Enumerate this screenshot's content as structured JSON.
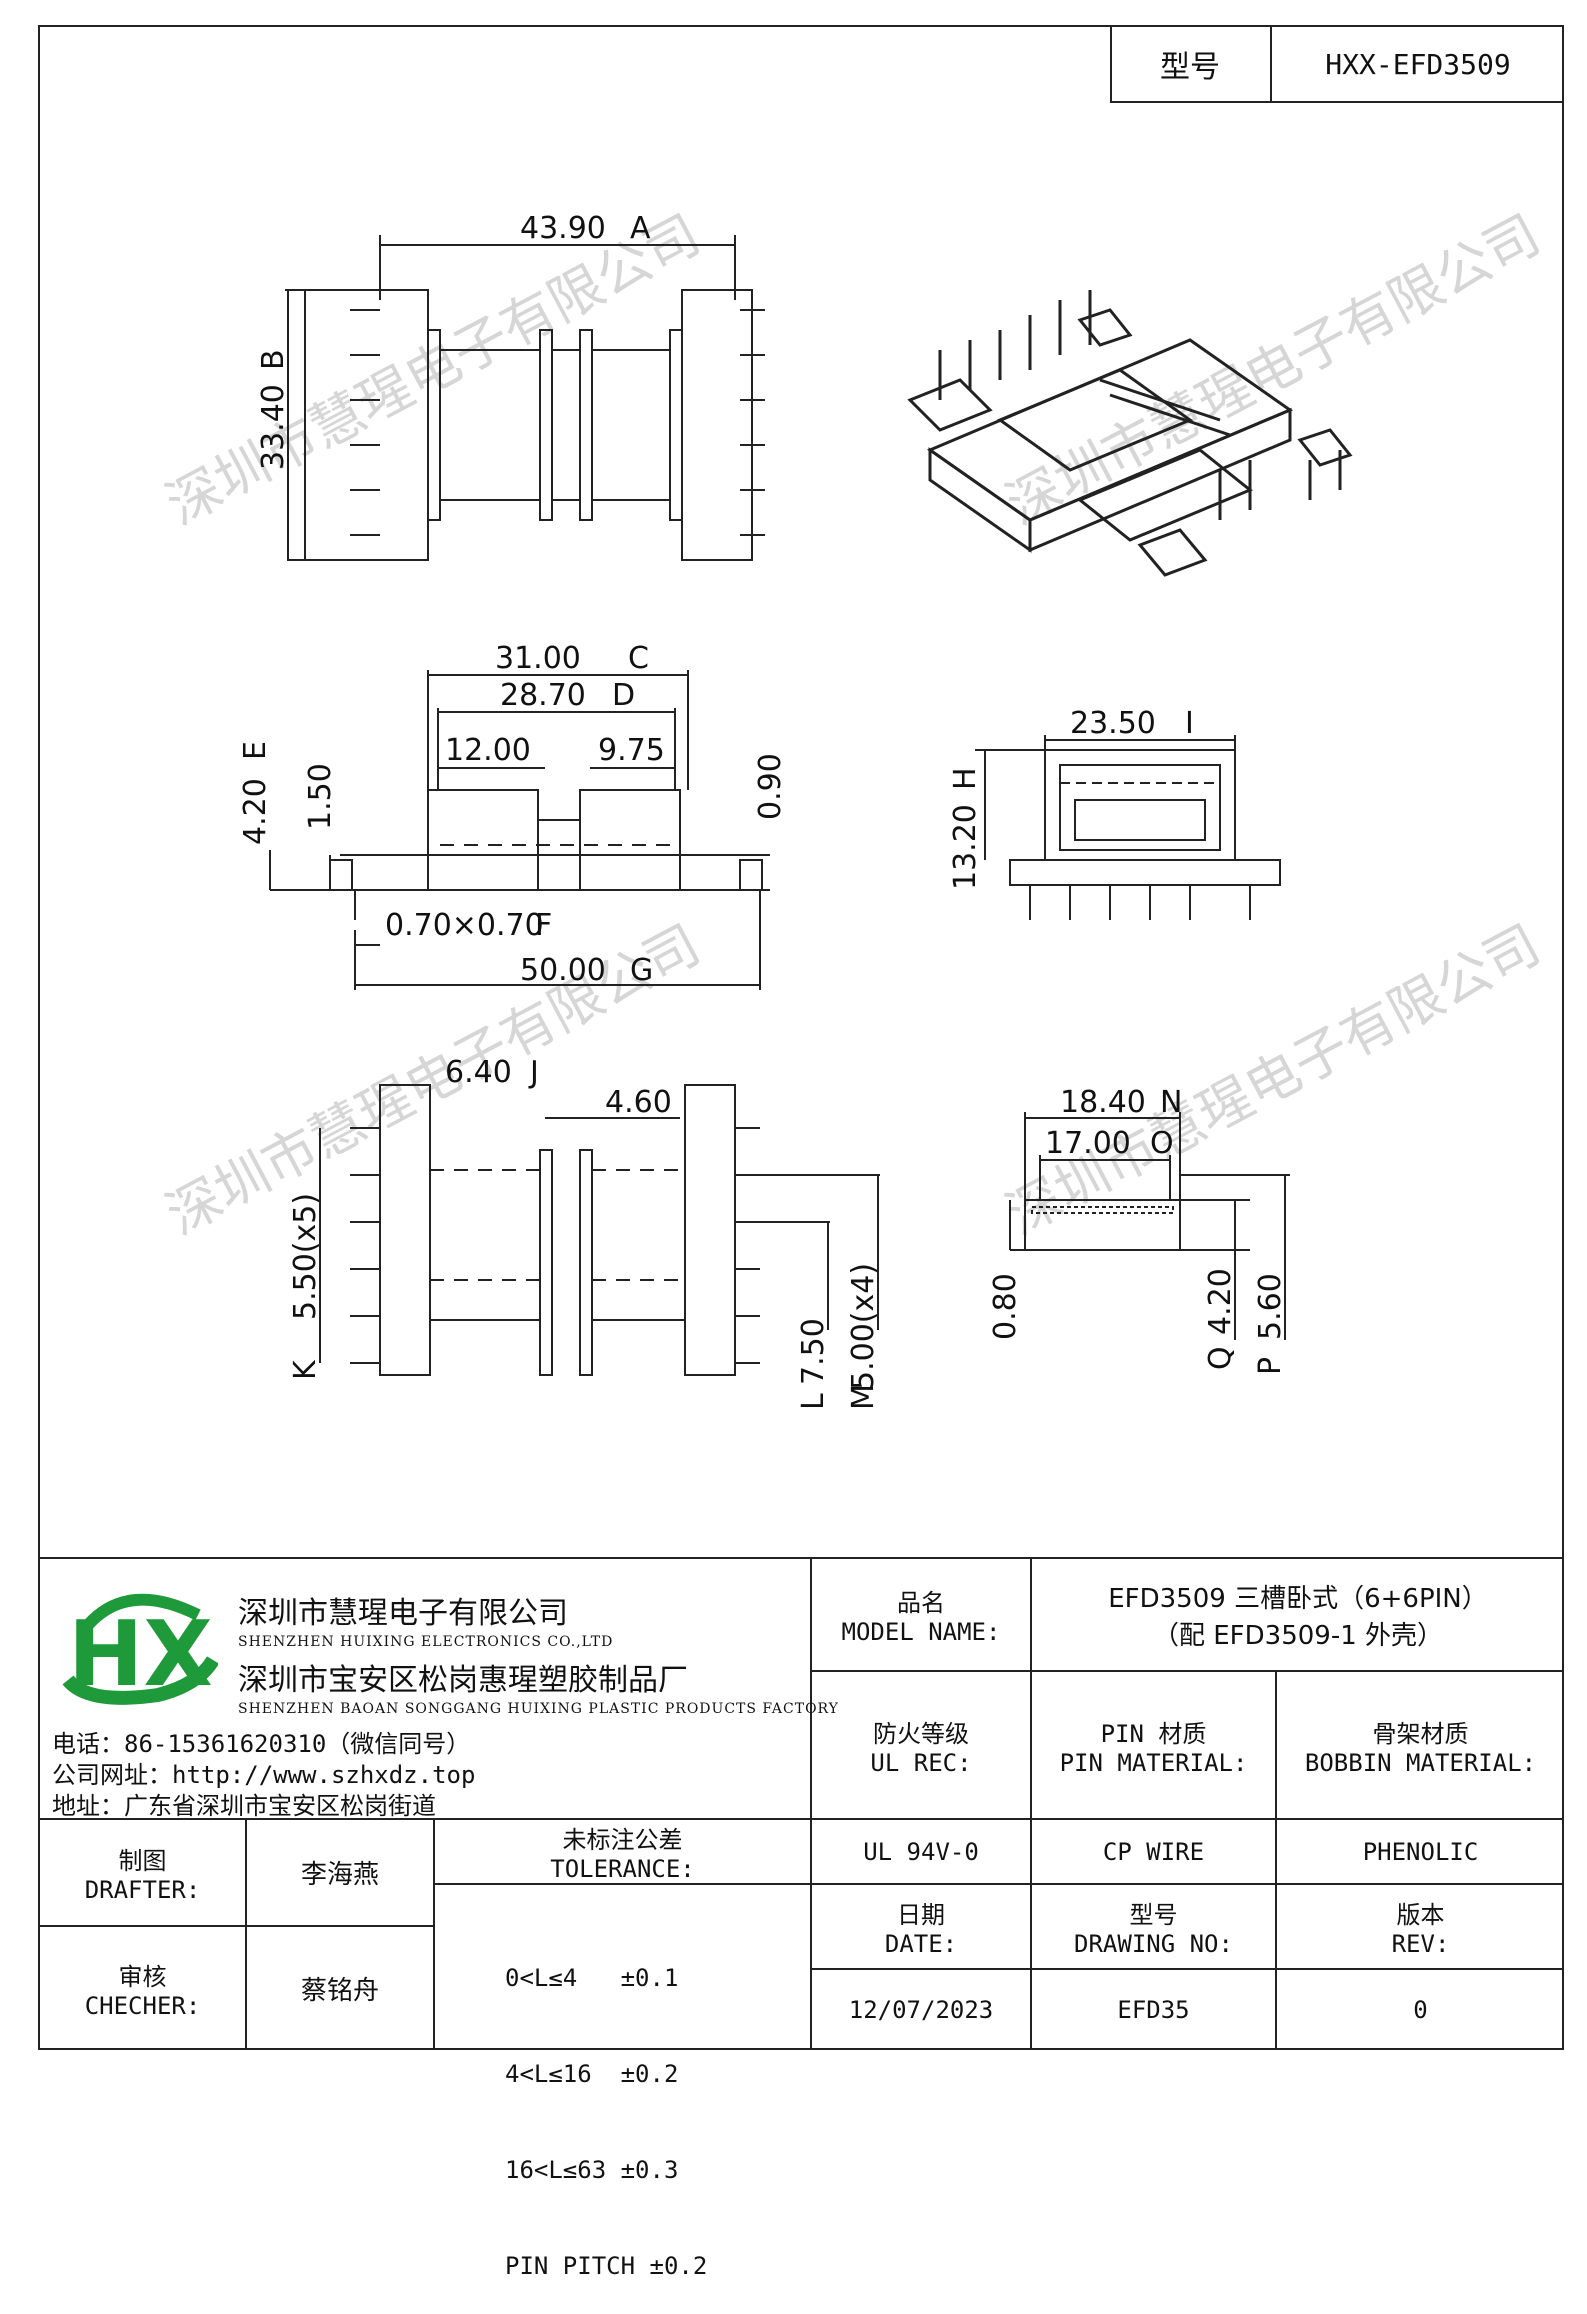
{
  "header": {
    "model_label": "型号",
    "model_value": "HXX-EFD3509"
  },
  "drawing": {
    "top_view": {
      "dim_a": "43.90",
      "tag_a": "A",
      "dim_b": "33.40",
      "tag_b": "B"
    },
    "front_view": {
      "dim_c": "31.00",
      "tag_c": "C",
      "dim_d": "28.70",
      "tag_d": "D",
      "dim_left_slot": "12.00",
      "dim_right_slot": "9.75",
      "dim_e": "4.20",
      "tag_e": "E",
      "dim_150": "1.50",
      "dim_090": "0.90",
      "dim_f": "0.70×0.70",
      "tag_f": "F",
      "dim_g": "50.00",
      "tag_g": "G"
    },
    "side_view": {
      "dim_i": "23.50",
      "tag_i": "I",
      "dim_h": "13.20",
      "tag_h": "H"
    },
    "bottom_view": {
      "dim_j": "6.40",
      "tag_j": "J",
      "dim_460": "4.60",
      "dim_k": "5.50(x5)",
      "tag_k": "K",
      "dim_l": "7.50",
      "tag_l": "L",
      "dim_m": "5.00(x4)",
      "tag_m": "M"
    },
    "end_view": {
      "dim_n": "18.40",
      "tag_n": "N",
      "dim_o": "17.00",
      "tag_o": "O",
      "dim_080": "0.80",
      "dim_q": "4.20",
      "tag_q": "Q",
      "dim_p": "5.60",
      "tag_p": "P"
    }
  },
  "watermark": "深圳市慧瑆电子有限公司",
  "company": {
    "logo_text": "HX",
    "name_cn": "深圳市慧瑆电子有限公司",
    "name_en": "SHENZHEN HUIXING ELECTRONICS CO.,LTD",
    "factory_cn": "深圳市宝安区松岗惠瑆塑胶制品厂",
    "factory_en": "SHENZHEN BAOAN SONGGANG HUIXING PLASTIC PRODUCTS FACTORY",
    "phone": "电话：86-15361620310（微信同号）",
    "website": "公司网址：http://www.szhxdz.top",
    "address": "地址：广东省深圳市宝安区松岗街道"
  },
  "titleblock": {
    "model_name_cn": "品名",
    "model_name_en": "MODEL NAME:",
    "model_name_value_1": "EFD3509 三槽卧式（6+6PIN）",
    "model_name_value_2": "（配 EFD3509-1 外壳）",
    "ul_cn": "防火等级",
    "ul_en": "UL REC:",
    "pin_cn": "PIN 材质",
    "pin_en": "PIN MATERIAL:",
    "bobbin_cn": "骨架材质",
    "bobbin_en": "BOBBIN MATERIAL:",
    "ul_value": "UL 94V-0",
    "pin_value": "CP WIRE",
    "bobbin_value": "PHENOLIC",
    "date_cn": "日期",
    "date_en": "DATE:",
    "drawing_no_cn": "型号",
    "drawing_no_en": "DRAWING NO:",
    "rev_cn": "版本",
    "rev_en": "REV:",
    "date_value": "12/07/2023",
    "drawing_no_value": "EFD35",
    "rev_value": "0",
    "drafter_cn": "制图",
    "drafter_en": "DRAFTER:",
    "drafter_name": "李海燕",
    "checker_cn": "审核",
    "checker_en": "CHECHER:",
    "checker_name": "蔡铭舟",
    "tolerance_cn": "未标注公差",
    "tolerance_en": "TOLERANCE:",
    "tolerance_lines": [
      "0<L≤4   ±0.1",
      "4<L≤16  ±0.2",
      "16<L≤63 ±0.3",
      "PIN PITCH ±0.2"
    ]
  },
  "colors": {
    "ink": "#222222",
    "logo_green": "#1f9a3a",
    "logo_yellow": "#f0c020",
    "watermark": "#d6d6d6"
  }
}
